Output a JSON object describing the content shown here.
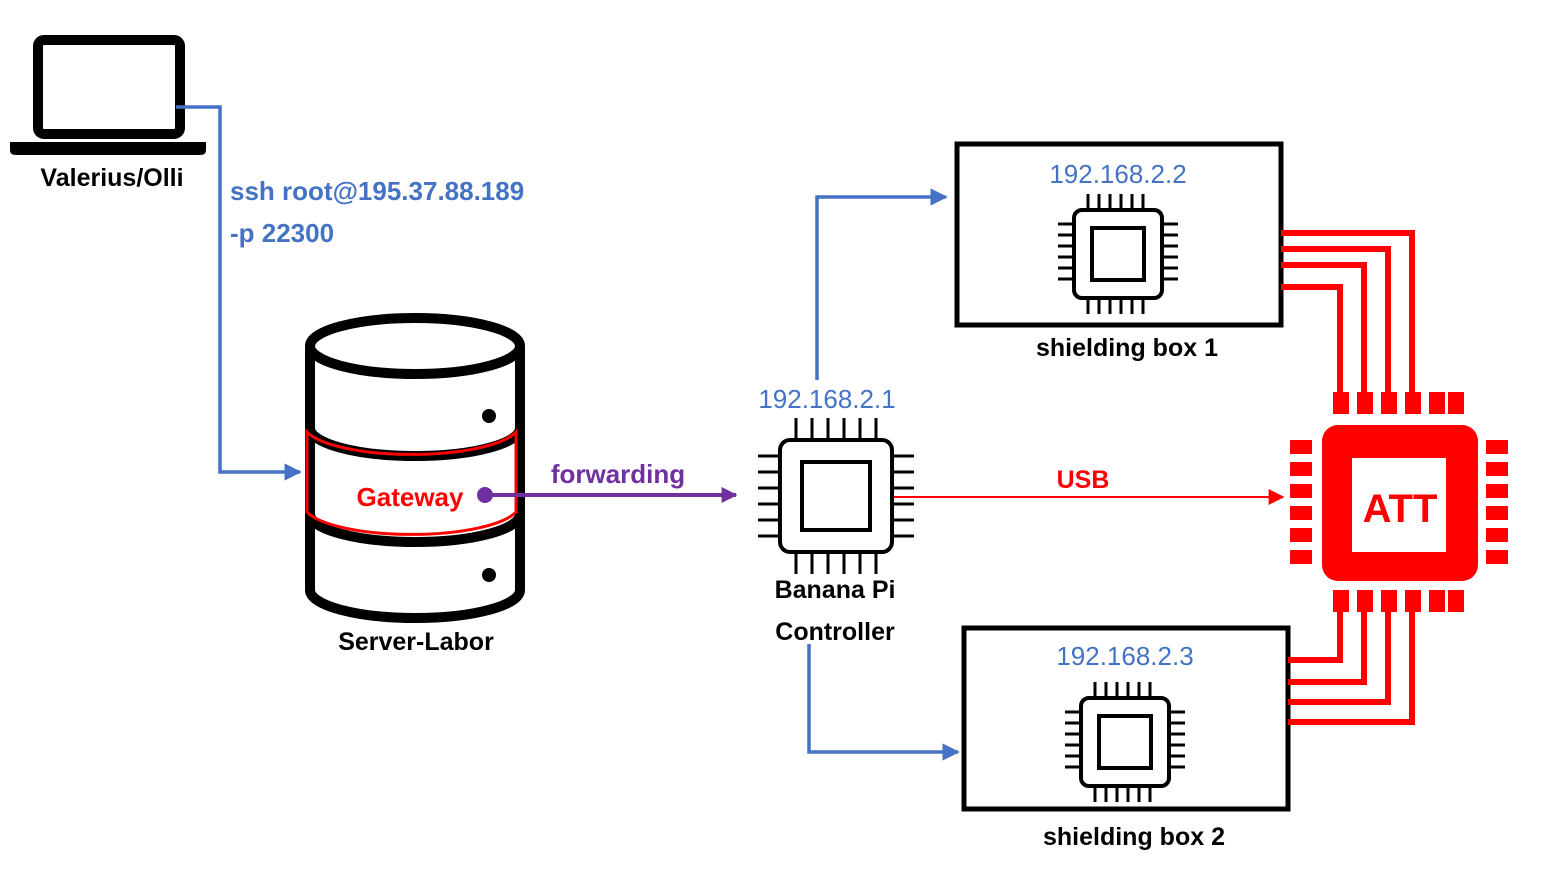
{
  "colors": {
    "blue": "#4472C4",
    "red": "#FF0000",
    "purple": "#7030A0",
    "black": "#000000"
  },
  "laptop": {
    "label": "Valerius/Olli",
    "icon": "laptop-icon"
  },
  "ssh": {
    "line1": "ssh root@195.37.88.189",
    "line2": "-p 22300"
  },
  "server": {
    "label": "Server-Labor",
    "gateway_label": "Gateway",
    "icon": "database-icon"
  },
  "forwarding_label": "forwarding",
  "controller": {
    "ip": "192.168.2.1",
    "line1": "Banana Pi",
    "line2": "Controller",
    "icon": "chip-icon"
  },
  "usb_label": "USB",
  "attenuator": {
    "label": "ATT",
    "icon": "chip-icon"
  },
  "box1": {
    "ip": "192.168.2.2",
    "label": "shielding box 1",
    "icon": "chip-icon"
  },
  "box2": {
    "ip": "192.168.2.3",
    "label": "shielding box 2",
    "icon": "chip-icon"
  }
}
